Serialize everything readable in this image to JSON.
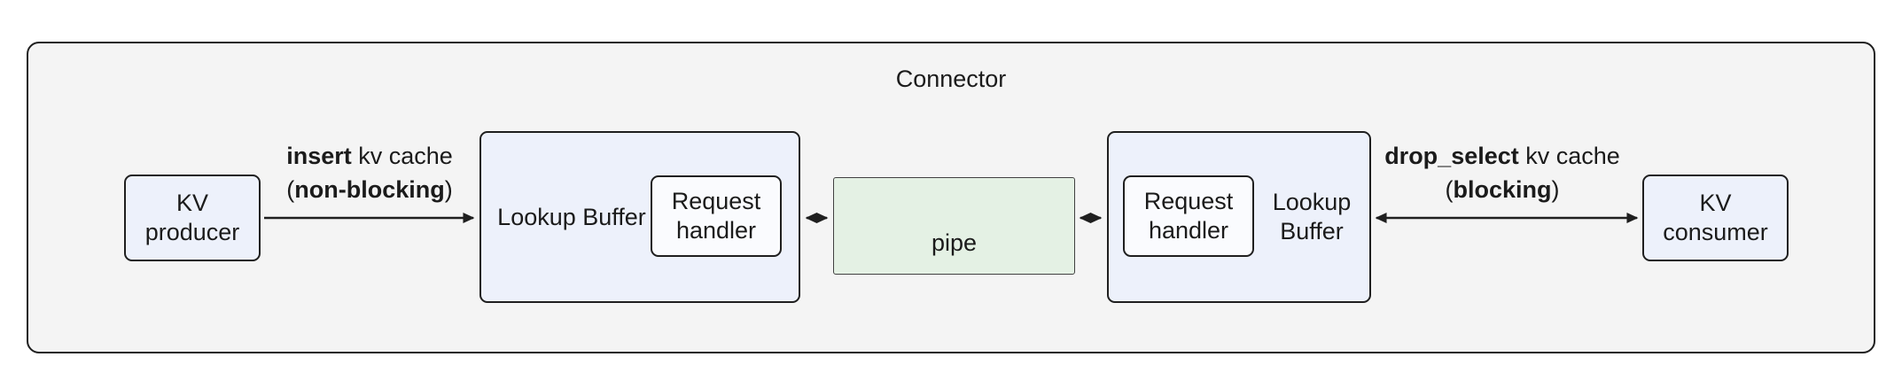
{
  "colors": {
    "canvas_bg": "#ffffff",
    "container_fill": "#f4f4f4",
    "box_fill": "#edf1fb",
    "handler_fill": "#fafbfe",
    "pipe_fill": "#e4f1e4",
    "pipe_border": "#404040",
    "border": "#1f1f1f",
    "text": "#1b1b1b"
  },
  "connector": {
    "label": "Connector"
  },
  "producer": {
    "label": "KV producer"
  },
  "consumer": {
    "label": "KV consumer"
  },
  "left_buffer": {
    "label": "Lookup Buffer",
    "handler_label": "Request handler"
  },
  "right_buffer": {
    "label": "Lookup Buffer",
    "handler_label": "Request handler"
  },
  "pipe": {
    "label": "pipe"
  },
  "insert_edge": {
    "keyword": "insert",
    "rest": " kv cache",
    "paren_open": "(",
    "mode": "non-blocking",
    "paren_close": ")"
  },
  "drop_edge": {
    "keyword": "drop_select",
    "rest": " kv cache",
    "paren_open": "(",
    "mode": "blocking",
    "paren_close": ")"
  }
}
